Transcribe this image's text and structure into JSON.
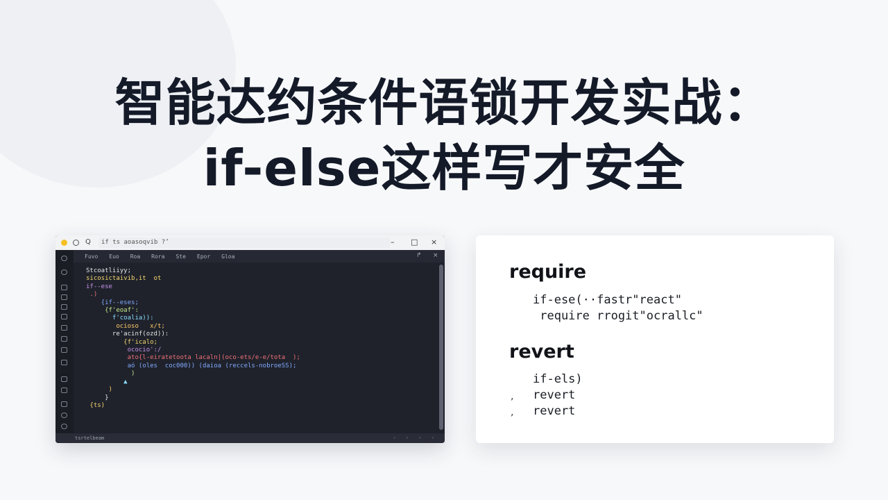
{
  "title": {
    "line1": "智能达约条件语锁开发实战：",
    "line2": "if-else这样写才安全"
  },
  "editor": {
    "titlebar": {
      "search_glyph": "Q",
      "file_title": "if  ts aoasoqvib ?’",
      "minimize": "–",
      "maximize": "□",
      "close": "×"
    },
    "menu": [
      "Fuvo",
      "Euo",
      "Roa",
      "Rora",
      "Ste",
      "Epor",
      "Gloa"
    ],
    "menu_right": [
      "↱",
      "×"
    ],
    "code_lines": [
      "Stcoatliiyy;",
      "sicosictaivib,it  ot",
      "if--ese",
      " .)",
      "    {if--eses;",
      "     {f'eoaf':",
      "       f'coalia)):",
      "        ocioso   x/t;",
      "       re'acinf(ozd)):",
      "          {f'icalo;",
      "           ococio':/",
      "           ato{l-eiratetoota lacaln|(oco-ets/e-e/tota  );",
      "           aó (oles  coc000)) (daioa (reccels-nobroeSS);",
      "            )",
      "          ▲",
      "      )",
      "     }",
      " {ts)"
    ],
    "status": {
      "left": "tsrtelbeam",
      "right": "◦ ◦ ◦ ◦"
    }
  },
  "card": {
    "sections": [
      {
        "keyword": "require",
        "lines": [
          "if-ese(··fastr\"react\"",
          " require rrogit\"ocrallc\""
        ]
      },
      {
        "keyword": "revert",
        "lines": [
          "if-els)",
          "revert",
          "revert"
        ]
      }
    ],
    "marks": [
      ",",
      ","
    ]
  },
  "colors": {
    "background": "#f7f8fa",
    "title": "#141a28",
    "editor_bg": "#1f222b",
    "accent_yellow": "#f5c026"
  }
}
